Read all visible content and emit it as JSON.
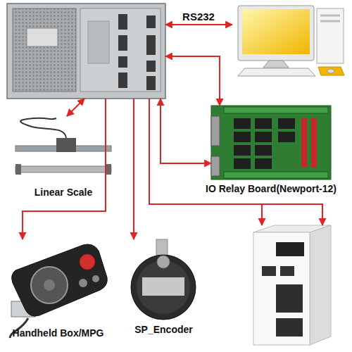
{
  "diagram": {
    "nodes": [
      {
        "text": []
      },
      {
        "text": []
      },
      {
        "text": [
          "Linear Scale"
        ]
      },
      {
        "text": [
          "IO Relay Board(Newport-12)"
        ]
      },
      {
        "text": [
          "Handheld Box/MPG"
        ]
      },
      {
        "text": [
          "SP_Encoder"
        ]
      },
      {
        "text": []
      }
    ],
    "edges": [
      {
        "from": 0,
        "to": 1,
        "label": "RS232",
        "arrow": "both"
      },
      {
        "from": 0,
        "to": 2,
        "arrow": "both"
      },
      {
        "from": 0,
        "to": 3,
        "arrow": "both"
      },
      {
        "from": 0,
        "to": 3,
        "arrow": "both"
      },
      {
        "from": 0,
        "to": 4,
        "arrow": "to"
      },
      {
        "from": 0,
        "to": 5,
        "arrow": "to"
      },
      {
        "from": 0,
        "to": 6,
        "arrow": "to"
      },
      {
        "from": 0,
        "to": 6,
        "arrow": "to"
      }
    ]
  }
}
